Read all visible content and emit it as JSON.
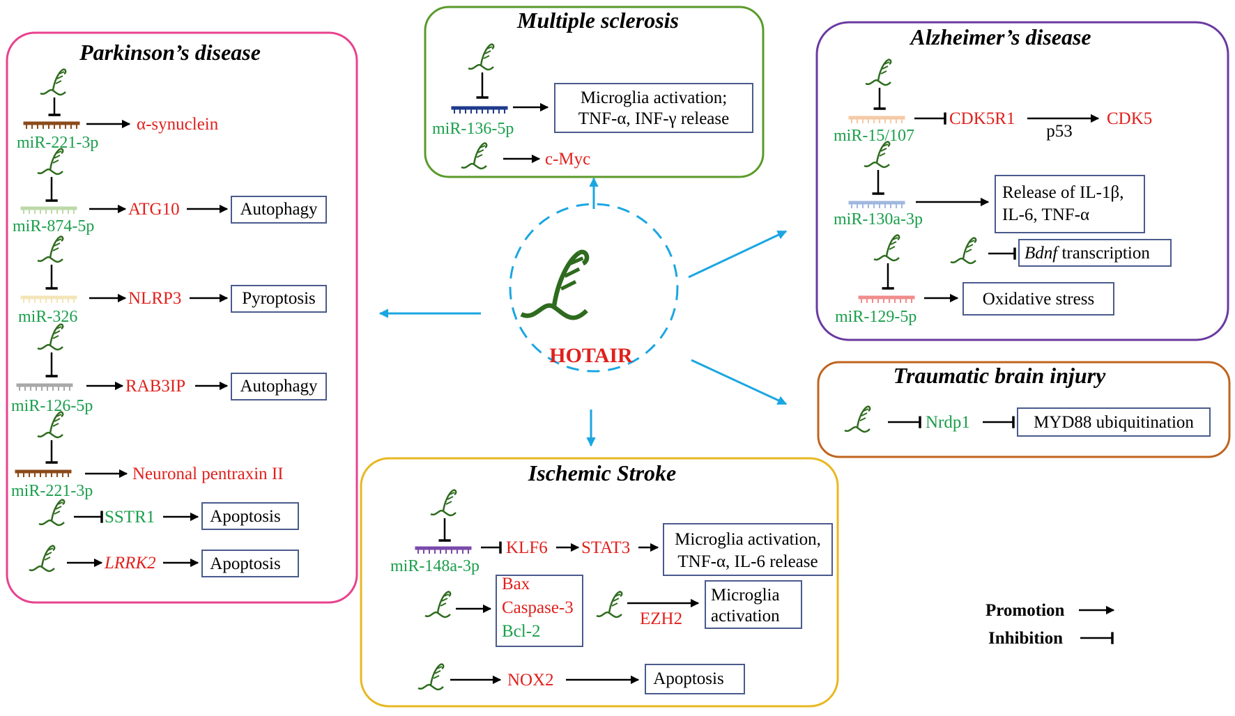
{
  "center": {
    "label": "HOTAIR"
  },
  "parkinsons": {
    "title": "Parkinson’s disease",
    "r1": {
      "mir": "miR-221-3p",
      "target": "α-synuclein"
    },
    "r2": {
      "mir": "miR-874-5p",
      "target": "ATG10",
      "outcome": "Autophagy"
    },
    "r3": {
      "mir": "miR-326",
      "target": "NLRP3",
      "outcome": "Pyroptosis"
    },
    "r4": {
      "mir": "miR-126-5p",
      "target": "RAB3IP",
      "outcome": "Autophagy"
    },
    "r5": {
      "mir": "miR-221-3p",
      "target": "Neuronal pentraxin II"
    },
    "r6": {
      "target": "SSTR1",
      "outcome": "Apoptosis"
    },
    "r7": {
      "target": "LRRK2",
      "outcome": "Apoptosis"
    }
  },
  "ms": {
    "title": "Multiple sclerosis",
    "mir": "miR-136-5p",
    "outcome_line1": "Microglia activation;",
    "outcome_line2": "TNF-α, INF-γ release",
    "target2": "c-Myc"
  },
  "ad": {
    "title": "Alzheimer’s disease",
    "r1": {
      "mir": "miR-15/107",
      "target": "CDK5R1",
      "via": "p53",
      "target2": "CDK5"
    },
    "r2": {
      "mir": "miR-130a-3p",
      "outcome_line1": "Release of IL-1β,",
      "outcome_line2": "IL-6, TNF-α"
    },
    "r3": {
      "outcome_italic": "Bdnf",
      "outcome_rest": " transcription"
    },
    "r4": {
      "mir": "miR-129-5p",
      "outcome": "Oxidative stress"
    }
  },
  "tbi": {
    "title": "Traumatic brain injury",
    "target": "Nrdp1",
    "outcome": "MYD88 ubiquitination"
  },
  "stroke": {
    "title": "Ischemic Stroke",
    "mir": "miR-148a-3p",
    "t1": "KLF6",
    "t2": "STAT3",
    "outcome1_line1": "Microglia activation,",
    "outcome1_line2": "TNF-α, IL-6 release",
    "apop": [
      "Bax",
      "Caspase-3",
      "Bcl-2"
    ],
    "ezh2": "EZH2",
    "outcome2_line1": "Microglia",
    "outcome2_line2": "activation",
    "nox2": "NOX2",
    "outcome3": "Apoptosis"
  },
  "legend": {
    "promotion": "Promotion",
    "inhibition": "Inhibition"
  },
  "colors": {
    "parkinsons_border": "#e8428e",
    "ms_border": "#5a9a2a",
    "ad_border": "#6a3aa0",
    "tbi_border": "#c0641e",
    "stroke_border": "#e8b820",
    "arrow_cyan": "#1aa6e2",
    "rna_green": "#2e6b1e"
  }
}
